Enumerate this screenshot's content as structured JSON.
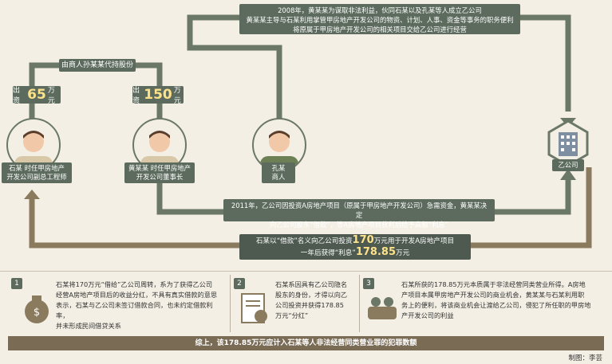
{
  "top_banner": {
    "line1": "2008年，黄某某为谋取非法利益，伙同石某以及孔某等人成立乙公司",
    "line2": "黄某某主导与石某利用掌管甲房地产开发公司的物资、计划、人事、资金等事务的职务便利",
    "line3": "将原属于甲房地产开发公司的相关项目交给乙公司进行经营"
  },
  "proxy_label": "由商人孙某某代持股份",
  "invest_left": {
    "prefix": "出资",
    "amount": "65",
    "suffix": "万元"
  },
  "invest_mid": {
    "prefix": "出资",
    "amount": "150",
    "suffix": "万元"
  },
  "persons": [
    {
      "line1": "石某 时任甲房地产",
      "line2": "开发公司副总工程师"
    },
    {
      "line1": "黄某某 时任甲房地产",
      "line2": "开发公司董事长"
    },
    {
      "line1": "孔某",
      "line2": "商人"
    }
  ],
  "company_label": "乙公司",
  "mid_banner": {
    "line1": "2011年，乙公司因投资A房地产项目（原属于甲房地产开发公司）急需资金，黄某某决定",
    "line2": "向乙公司股东“借款”，等A房地产项目获利后给予高额“利息”"
  },
  "loan_banner": {
    "pre": "石某以“借款”名义向乙公司投资",
    "amount1": "170",
    "mid": "万元用于开发A房地产项目",
    "line2_pre": "一年后获得“利息”",
    "amount2": "178.85",
    "line2_suf": "万元"
  },
  "notes": [
    {
      "num": "1",
      "lines": [
        "石某将170万元“借给”乙公司周转，系为了获得乙公司",
        "经营A房地产项目后的收益分红，不具有真实借款的意思",
        "表示，石某与乙公司未签订借款合同，也未约定借款利率，",
        "并未形成民间借贷关系"
      ]
    },
    {
      "num": "2",
      "lines": [
        "石某系因具有乙公司隐名",
        "股东的身份，才得以向乙",
        "公司投资并获得178.85",
        "万元“分红”"
      ]
    },
    {
      "num": "3",
      "lines": [
        "石某所获的178.85万元本质属于非法经营同类营业所得。A房地",
        "产项目本属甲房地产开发公司的商业机会，黄某某与石某利用职",
        "务上的便利，将该商业机会让渡给乙公司，侵犯了所任职的甲房地",
        "产开发公司的利益"
      ]
    }
  ],
  "conclusion": "综上，该178.85万元应计入石某等人非法经营同类营业罪的犯罪数额",
  "credit": "制图：李芸",
  "colors": {
    "box": "#5c6b5e",
    "line": "#6b7867",
    "brown": "#8a7a5e",
    "bg": "#f3efe4",
    "highlight": "#fde28a"
  }
}
